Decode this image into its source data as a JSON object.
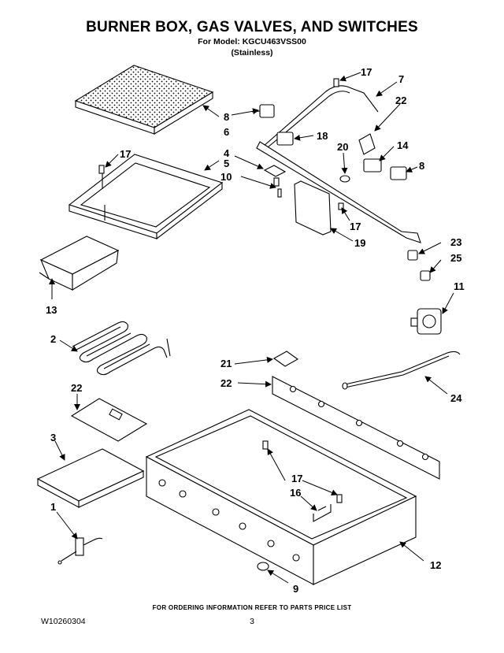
{
  "header": {
    "title": "BURNER BOX, GAS VALVES, AND SWITCHES",
    "model_line": "For Model: KGCU463VSS00",
    "finish_line": "(Stainless)"
  },
  "callouts": {
    "c17a": "17",
    "c7": "7",
    "c22a": "22",
    "c8a": "8",
    "c6": "6",
    "c18": "18",
    "c20": "20",
    "c14": "14",
    "c8b": "8",
    "c17b": "17",
    "c4": "4",
    "c5": "5",
    "c10": "10",
    "c17c": "17",
    "c19": "19",
    "c23": "23",
    "c25": "25",
    "c13": "13",
    "c11": "11",
    "c2": "2",
    "c21": "21",
    "c22b": "22",
    "c24": "24",
    "c22c": "22",
    "c3": "3",
    "c17d": "17",
    "c16": "16",
    "c1": "1",
    "c12": "12",
    "c9": "9"
  },
  "footer": {
    "ordering_note": "FOR ORDERING INFORMATION REFER TO PARTS PRICE LIST",
    "doc_number": "W10260304",
    "page_number": "3"
  }
}
